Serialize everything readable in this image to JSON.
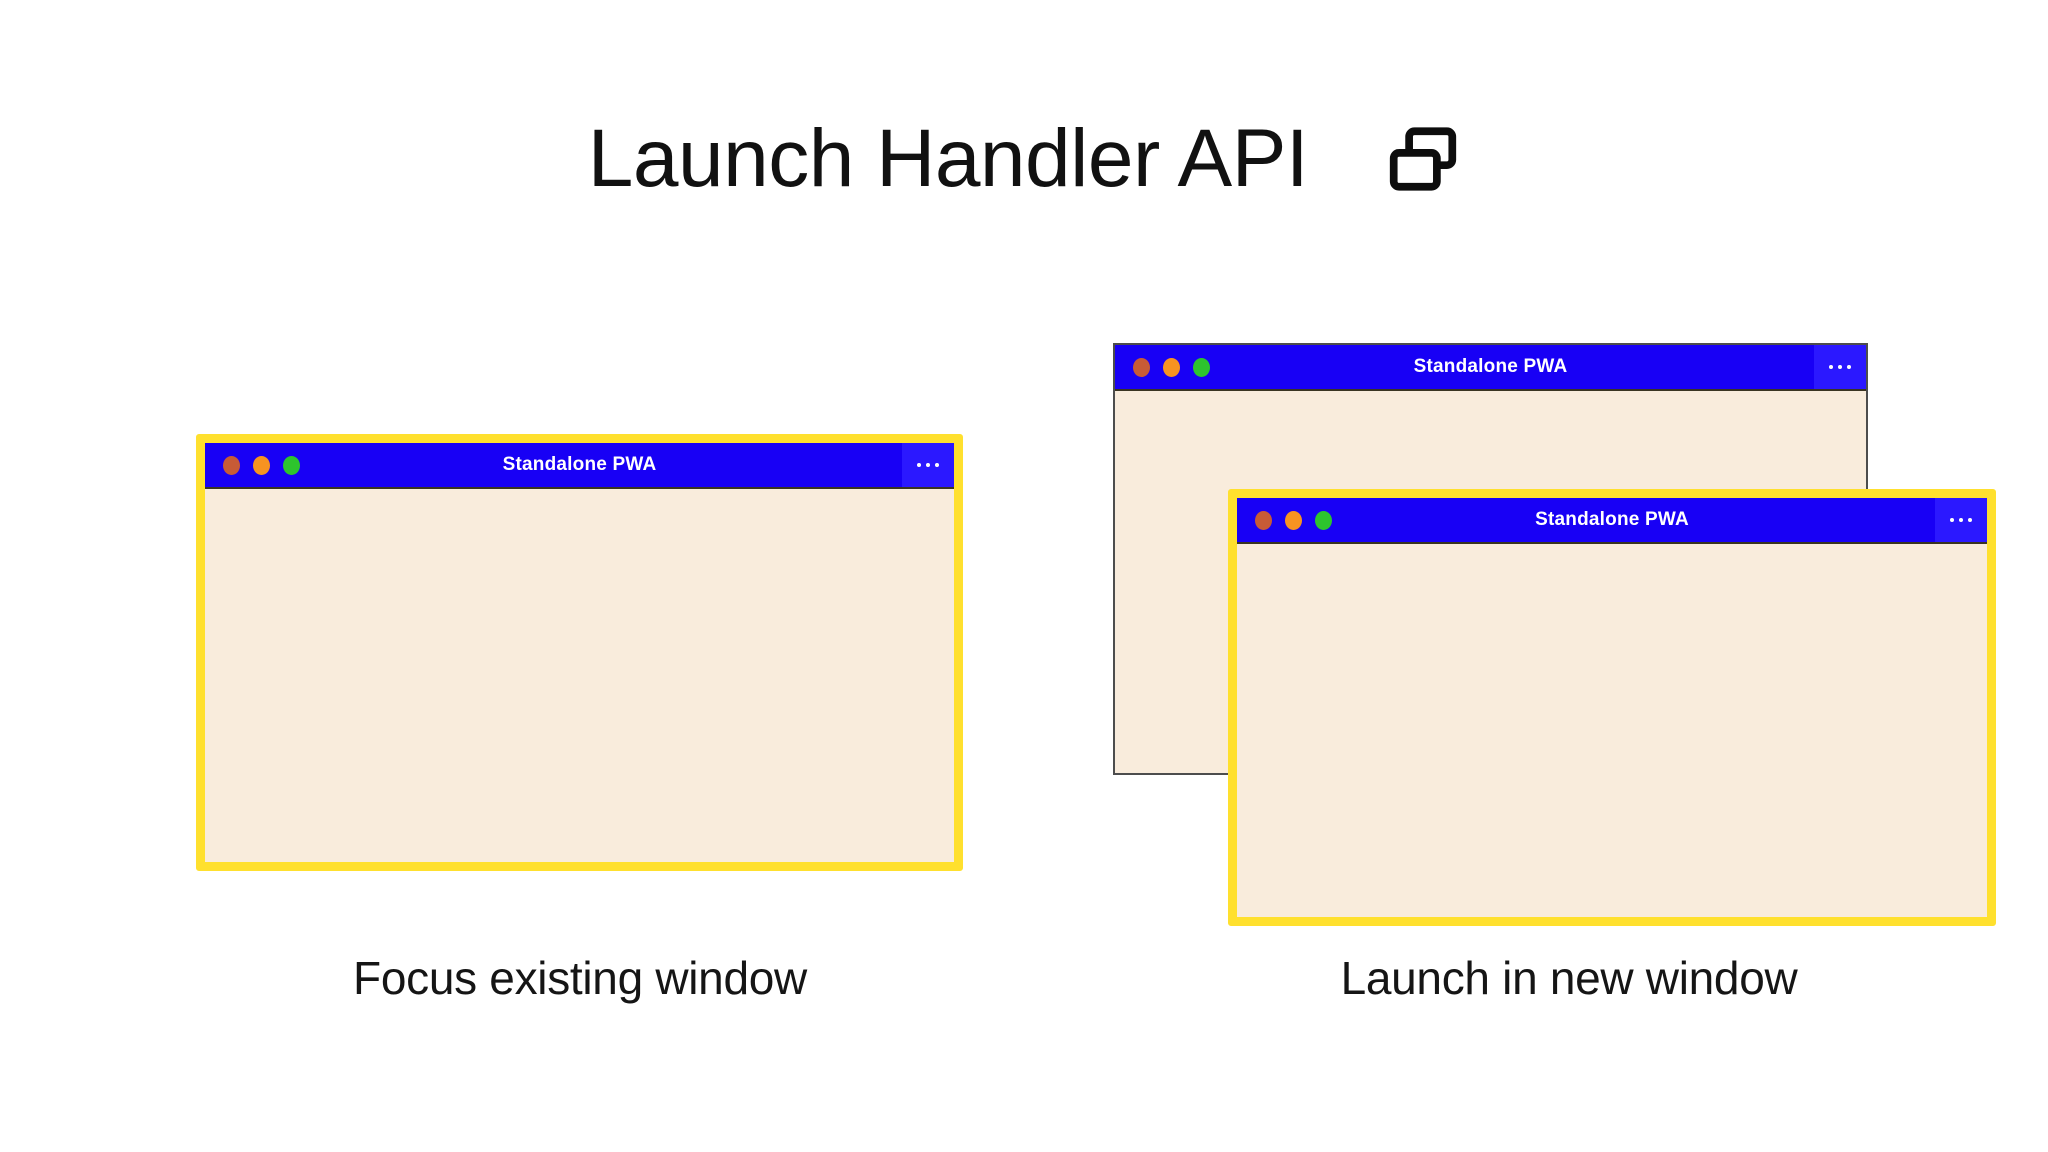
{
  "page": {
    "background": "#ffffff",
    "title": "Launch Handler API",
    "title_icon": "two-windows-icon"
  },
  "theme": {
    "titlebar_blue": "#1800f5",
    "menu_blue": "#2b18ff",
    "window_body": "#f9ecdc",
    "highlight_border": "#ffe02e",
    "plain_border": "#4d4d4d",
    "dot_red": "#c75b36",
    "dot_yellow": "#f79321",
    "dot_green": "#2dc42d",
    "text_dark": "#151515",
    "titlebar_text": "#ffffff"
  },
  "windows": {
    "left": {
      "name": "focus-existing-window",
      "title": "Standalone PWA",
      "menu_label": "More options",
      "highlighted": true
    },
    "back": {
      "name": "background-window",
      "title": "Standalone PWA",
      "menu_label": "More options",
      "highlighted": false
    },
    "front": {
      "name": "new-window",
      "title": "Standalone PWA",
      "menu_label": "More options",
      "highlighted": true
    }
  },
  "captions": {
    "left": "Focus existing window",
    "right": "Launch in new window"
  }
}
